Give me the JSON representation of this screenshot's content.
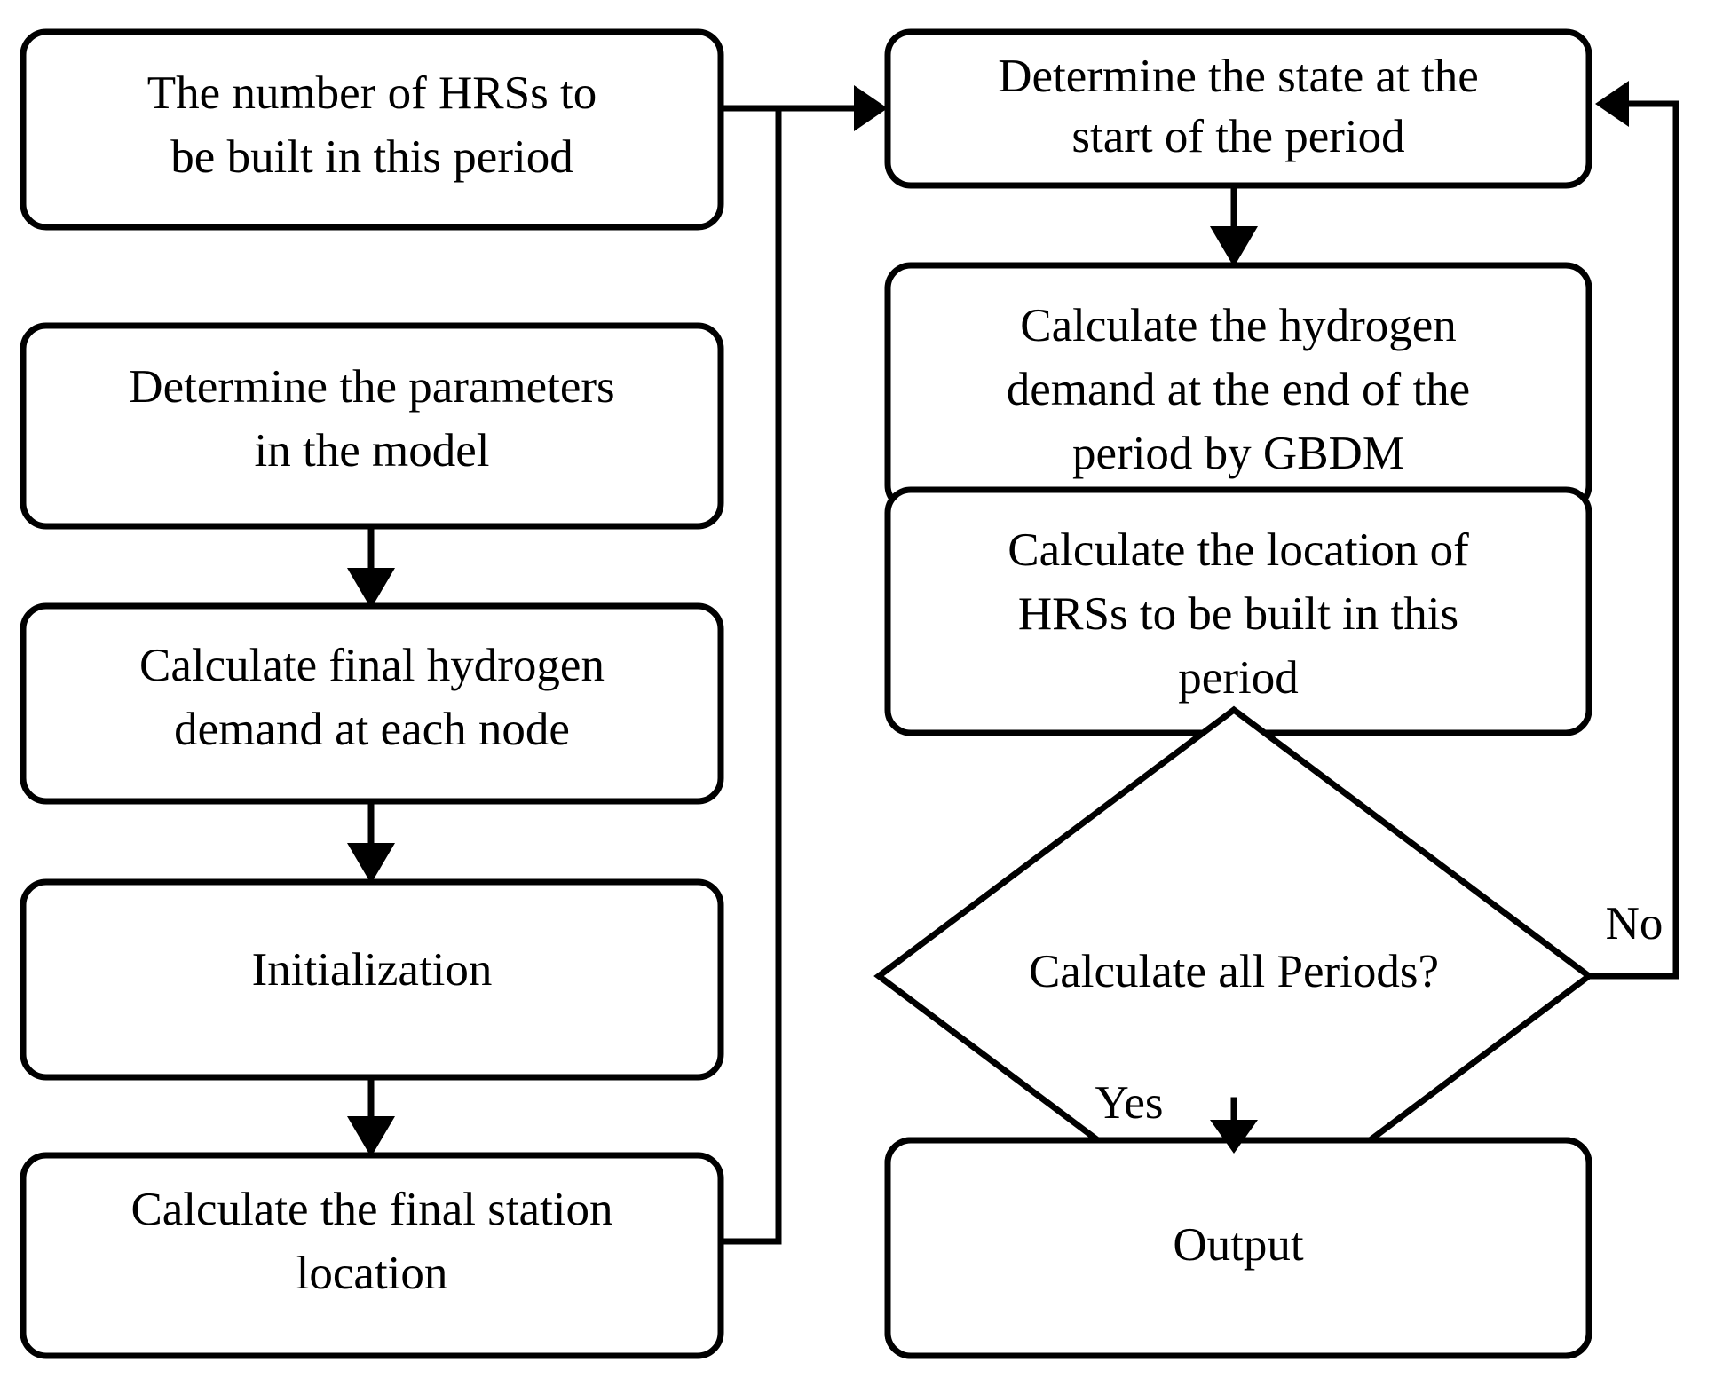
{
  "diagram": {
    "type": "flowchart",
    "title": "HRS siting and sizing multi-period solution procedure flowchart",
    "background_color": "#ffffff",
    "line_color": "#000000",
    "text_color": "#000000",
    "nodes": [
      {
        "id": "hrs-count",
        "shape": "rounded-rect",
        "column": "left",
        "lines": [
          "The number of HRSs to",
          "be built in this period"
        ],
        "text": "The number of HRSs to be built in this period"
      },
      {
        "id": "determine-parameters",
        "shape": "rounded-rect",
        "column": "left",
        "lines": [
          "Determine the parameters",
          "in the model"
        ],
        "text": "Determine the parameters in the model"
      },
      {
        "id": "calc-final-demand",
        "shape": "rounded-rect",
        "column": "left",
        "lines": [
          "Calculate final hydrogen",
          "demand at each node"
        ],
        "text": "Calculate final hydrogen demand at each node"
      },
      {
        "id": "initialization",
        "shape": "rounded-rect",
        "column": "left",
        "lines": [
          "Initialization"
        ],
        "text": "Initialization"
      },
      {
        "id": "calc-final-station-location",
        "shape": "rounded-rect",
        "column": "left",
        "lines": [
          "Calculate the final station",
          "location"
        ],
        "text": "Calculate the final station location"
      },
      {
        "id": "determine-state",
        "shape": "rounded-rect",
        "column": "right",
        "lines": [
          "Determine the state at the",
          "start of the period"
        ],
        "text": "Determine the state at the start of the period"
      },
      {
        "id": "calc-hydrogen-demand-gbdm",
        "shape": "rounded-rect",
        "column": "right",
        "lines": [
          "Calculate the hydrogen",
          "demand at the end of the",
          "period by GBDM"
        ],
        "text": "Calculate the hydrogen demand at the end of the period by GBDM"
      },
      {
        "id": "calc-hrs-location",
        "shape": "rounded-rect",
        "column": "right",
        "lines": [
          "Calculate the location of",
          "HRSs to be built in this",
          "period"
        ],
        "text": "Calculate the location of HRSs to be built in this period"
      },
      {
        "id": "calculate-all-periods",
        "shape": "diamond",
        "column": "right",
        "lines": [
          "Calculate all Periods?"
        ],
        "text": "Calculate all Periods?"
      },
      {
        "id": "output",
        "shape": "rounded-rect",
        "column": "right",
        "lines": [
          "Output"
        ],
        "text": "Output"
      }
    ],
    "edges": [
      {
        "id": "e-params-to-demand",
        "from": "determine-parameters",
        "to": "calc-final-demand",
        "label": ""
      },
      {
        "id": "e-demand-to-init",
        "from": "calc-final-demand",
        "to": "initialization",
        "label": ""
      },
      {
        "id": "e-init-to-station",
        "from": "initialization",
        "to": "calc-final-station-location",
        "label": ""
      },
      {
        "id": "e-station-to-state",
        "from": "calc-final-station-location",
        "to": "determine-state",
        "label": ""
      },
      {
        "id": "e-hrscount-to-state",
        "from": "hrs-count",
        "to": "determine-state",
        "label": ""
      },
      {
        "id": "e-state-to-gbdm",
        "from": "determine-state",
        "to": "calc-hydrogen-demand-gbdm",
        "label": ""
      },
      {
        "id": "e-gbdm-to-location",
        "from": "calc-hydrogen-demand-gbdm",
        "to": "calc-hrs-location",
        "label": ""
      },
      {
        "id": "e-location-to-decision",
        "from": "calc-hrs-location",
        "to": "calculate-all-periods",
        "label": ""
      },
      {
        "id": "e-decision-no",
        "from": "calculate-all-periods",
        "to": "determine-state",
        "label": "No"
      },
      {
        "id": "e-decision-yes",
        "from": "calculate-all-periods",
        "to": "output",
        "label": "Yes"
      }
    ],
    "edge_labels": {
      "no": "No",
      "yes": "Yes"
    }
  }
}
